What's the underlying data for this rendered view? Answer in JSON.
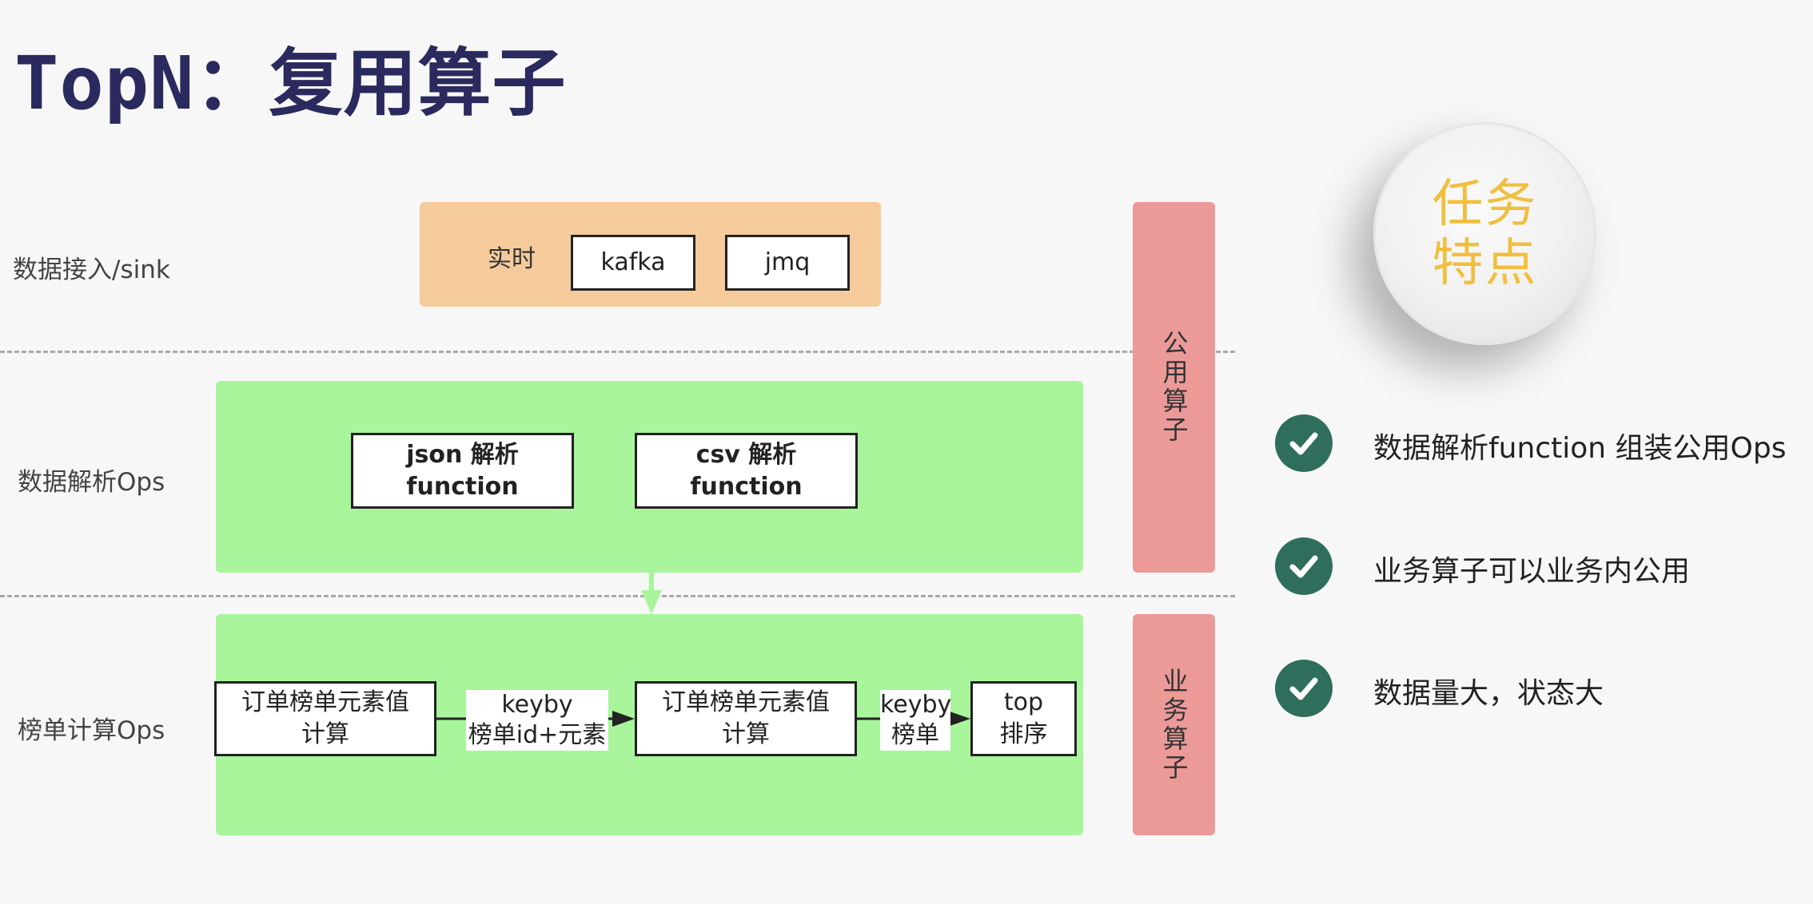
{
  "title": "TopN：复用算子",
  "rows": {
    "ingest_label": "数据接入/sink",
    "parse_label": "数据解析Ops",
    "rank_label": "榜单计算Ops"
  },
  "ingest": {
    "realtime_label": "实时",
    "kafka": "kafka",
    "jmq": "jmq"
  },
  "parse": {
    "json_line1": "json 解析",
    "json_line2": "function",
    "csv_line1": "csv 解析",
    "csv_line2": "function"
  },
  "rank": {
    "node1_line1": "订单榜单元素值",
    "node1_line2": "计算",
    "edge1_line1": "keyby",
    "edge1_line2": "榜单id+元素",
    "node2_line1": "订单榜单元素值",
    "node2_line2": "计算",
    "edge2_line1": "keyby",
    "edge2_line2": "榜单",
    "node3_line1": "top",
    "node3_line2": "排序"
  },
  "side": {
    "public_ops": "公用算子",
    "business_ops": "业务算子"
  },
  "features_badge": {
    "line1": "任务",
    "line2": "特点"
  },
  "features": [
    "数据解析function 组装公用Ops",
    "业务算子可以业务内公用",
    "数据量大，状态大"
  ],
  "colors": {
    "title": "#2b2a5e",
    "orange_panel": "#f5cb9c",
    "green_panel": "#a8f59c",
    "pink_side": "#ec9a98",
    "check": "#2f6e5c",
    "badge_text": "#f0bf3c"
  }
}
